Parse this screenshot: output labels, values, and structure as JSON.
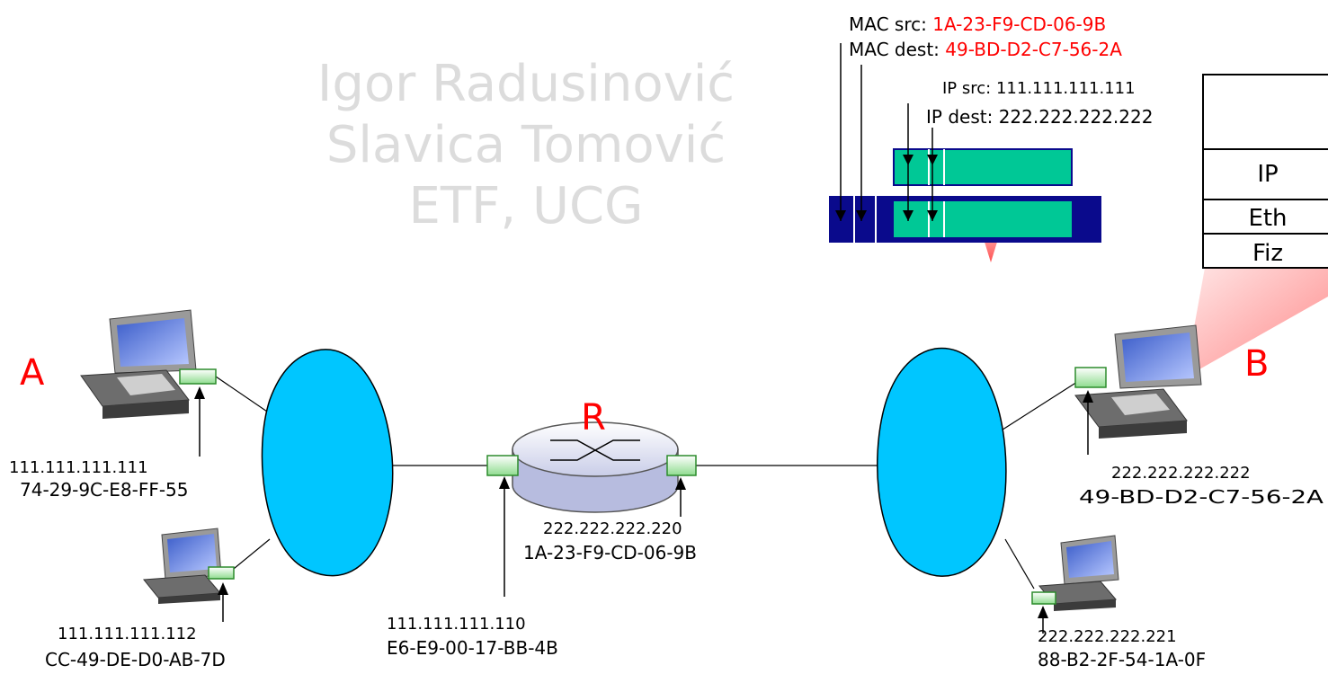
{
  "watermark": [
    "Igor Radusinović",
    "Slavica Tomović",
    "ETF, UCG"
  ],
  "hosts": {
    "a": {
      "name": "A",
      "ip": "111.111.111.111",
      "mac": "74-29-9C-E8-FF-55"
    },
    "a2": {
      "ip": "111.111.111.112",
      "mac": "CC-49-DE-D0-AB-7D"
    },
    "b": {
      "name": "B",
      "ip": "222.222.222.222",
      "mac": "49-BD-D2-C7-56-2A"
    },
    "b2": {
      "ip": "222.222.222.221",
      "mac": "88-B2-2F-54-1A-0F"
    }
  },
  "router": {
    "name": "R",
    "left_if": {
      "ip": "111.111.111.110",
      "mac": "E6-E9-00-17-BB-4B"
    },
    "right_if": {
      "ip": "222.222.222.220",
      "mac": "1A-23-F9-CD-06-9B"
    }
  },
  "frame": {
    "mac_src_label": "MAC src:",
    "mac_src": "1A-23-F9-CD-06-9B",
    "mac_dest_label": "MAC dest:",
    "mac_dest": "49-BD-D2-C7-56-2A",
    "ip_src_label": "IP src:",
    "ip_src": "111.111.111.111",
    "ip_dest_label": "IP dest:",
    "ip_dest": "222.222.222.222"
  },
  "stack": [
    "IP",
    "Eth",
    "Fiz"
  ],
  "colors": {
    "address_red": "#ff0000",
    "cloud": "#00c6ff",
    "frame_blue": "#0a0a8c",
    "payload_green": "#00c896",
    "nic_green": "#3cb43c"
  }
}
